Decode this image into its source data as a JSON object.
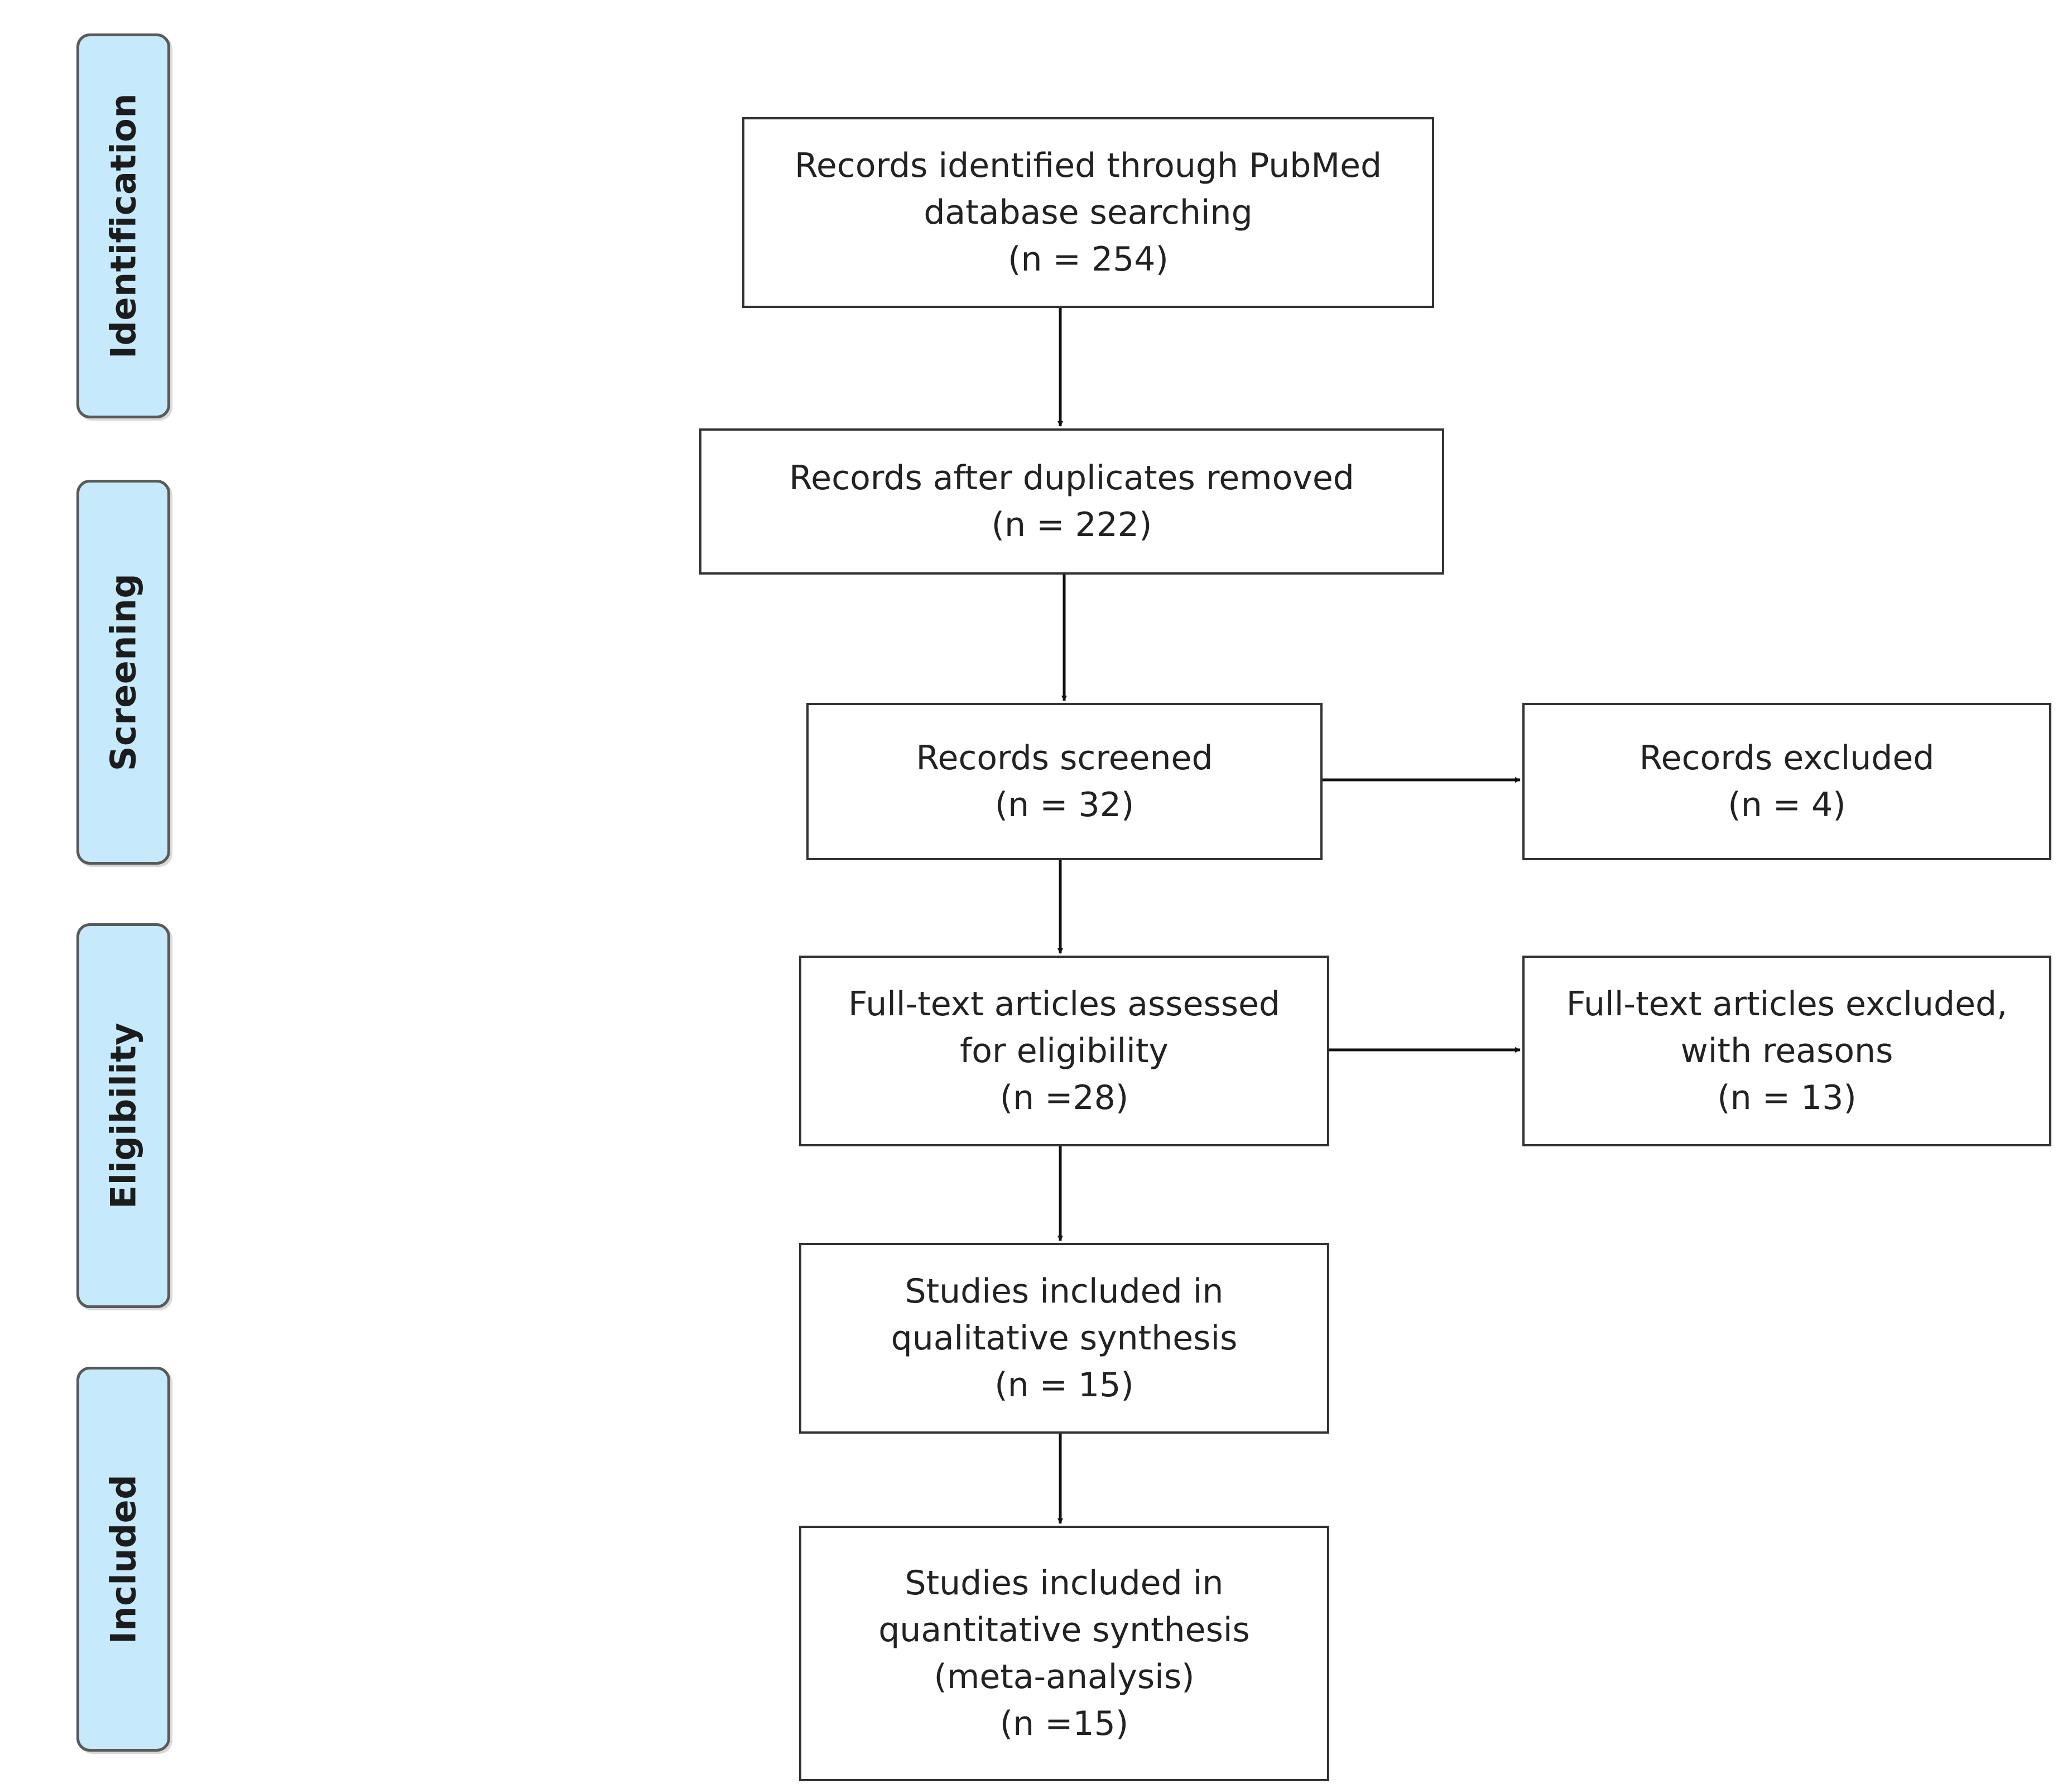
{
  "stages": [
    {
      "id": "identification",
      "label": "Identification"
    },
    {
      "id": "screening",
      "label": "Screening"
    },
    {
      "id": "eligibility",
      "label": "Eligibility"
    },
    {
      "id": "included",
      "label": "Included"
    }
  ],
  "boxes": {
    "identified": {
      "lines": [
        "Records identified through PubMed",
        "database searching",
        "(n = 254)"
      ]
    },
    "duplicates_removed": {
      "lines": [
        "Records after duplicates removed",
        "(n = 222)"
      ]
    },
    "screened": {
      "lines": [
        "Records screened",
        "(n = 32)"
      ]
    },
    "excluded": {
      "lines": [
        "Records excluded",
        "(n = 4)"
      ]
    },
    "fulltext_assessed": {
      "lines": [
        "Full-text articles assessed",
        "for eligibility",
        "(n =28)"
      ]
    },
    "fulltext_excluded": {
      "lines": [
        "Full-text articles excluded,",
        "with reasons",
        "(n = 13)"
      ]
    },
    "qualitative": {
      "lines": [
        "Studies included in",
        "qualitative synthesis",
        "(n = 15)"
      ]
    },
    "quantitative": {
      "lines": [
        "Studies included in",
        "quantitative synthesis",
        "(meta-analysis)",
        "(n =15)"
      ]
    }
  },
  "colors": {
    "stage_fill": "#c6e9fb",
    "stage_border": "#5a5a5a",
    "box_border": "#333333",
    "arrow": "#111111"
  }
}
